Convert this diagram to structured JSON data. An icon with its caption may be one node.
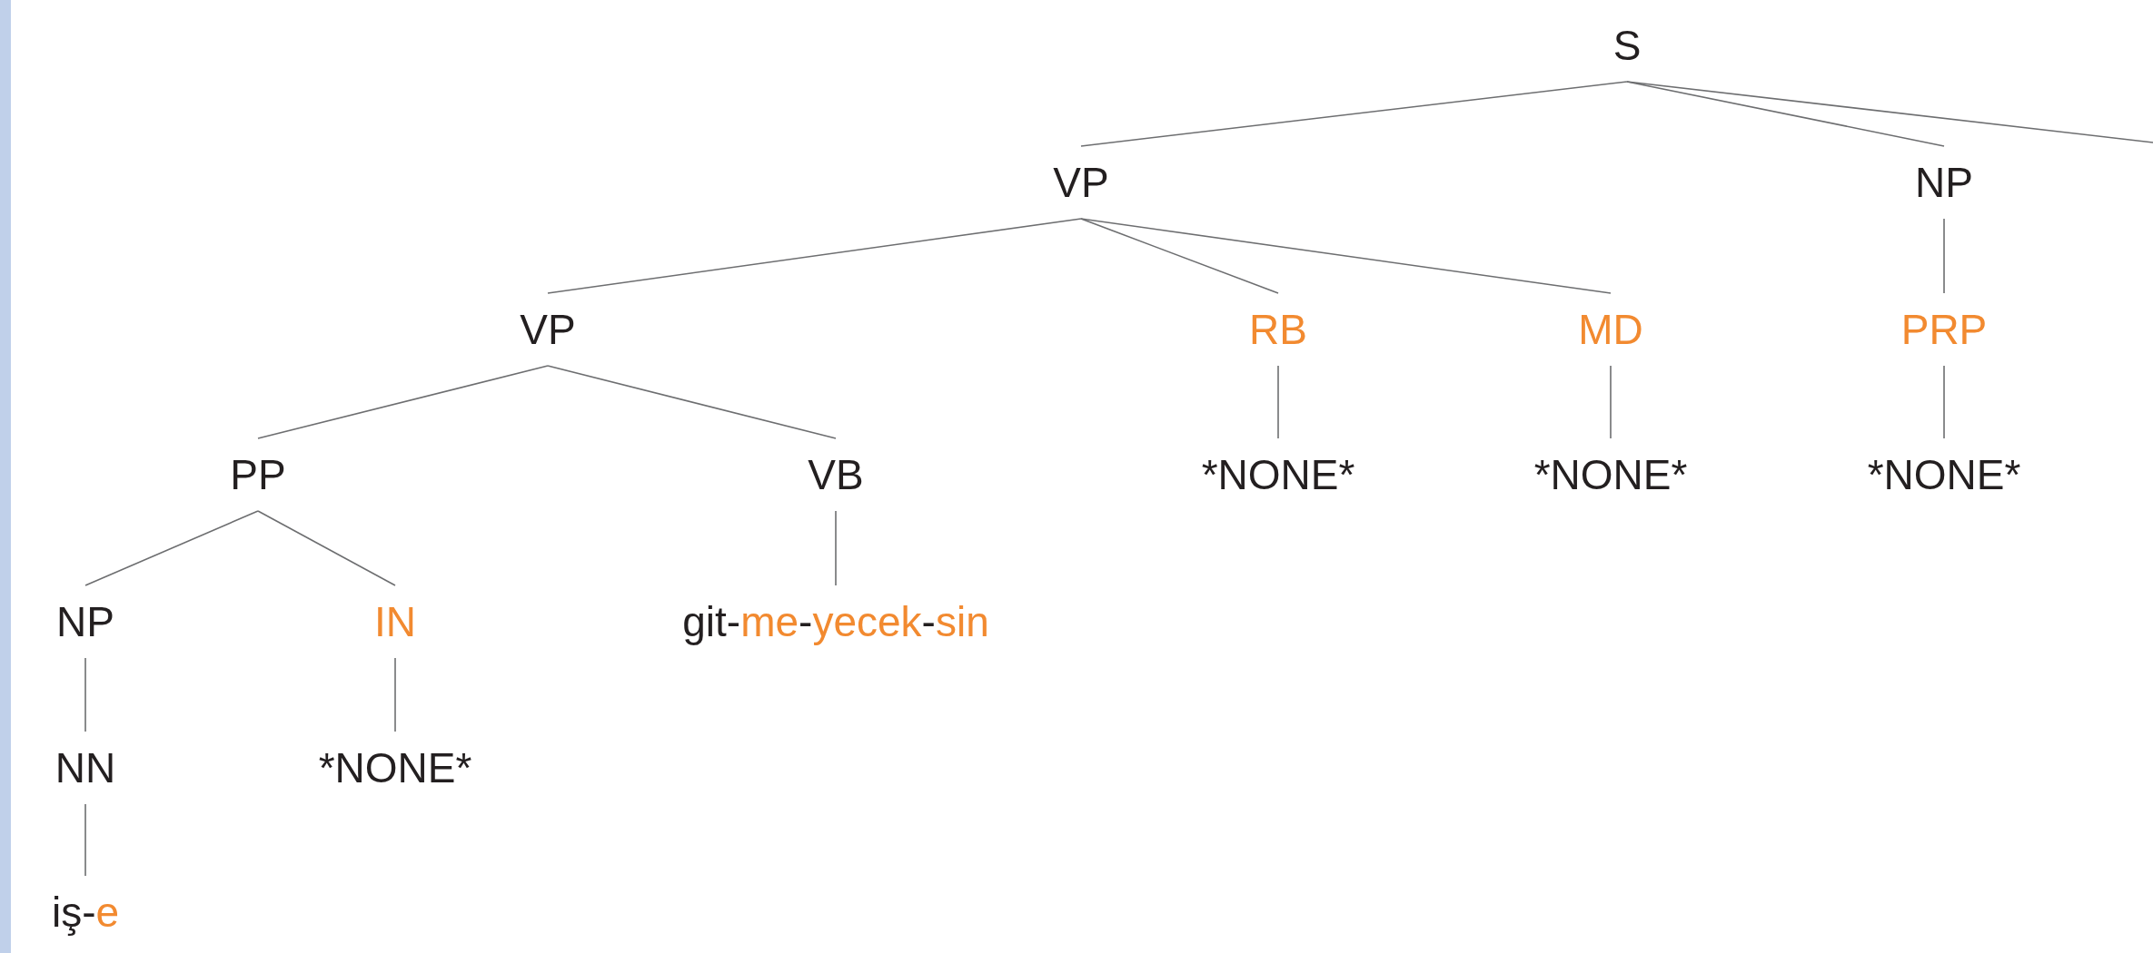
{
  "diagram": {
    "nodes": [
      {
        "text": [
          "S"
        ]
      },
      {
        "text": [
          "VP"
        ]
      },
      {
        "text": [
          "NP"
        ]
      },
      {
        "text": [
          "VP"
        ]
      },
      {
        "text": [
          "RB"
        ]
      },
      {
        "text": [
          "MD"
        ]
      },
      {
        "text": [
          "PRP"
        ]
      },
      {
        "text": [
          "PP"
        ]
      },
      {
        "text": [
          "VB"
        ]
      },
      {
        "text": [
          "*NONE*"
        ]
      },
      {
        "text": [
          "*NONE*"
        ]
      },
      {
        "text": [
          "*NONE*"
        ]
      },
      {
        "text": [
          "NP"
        ]
      },
      {
        "text": [
          "IN"
        ]
      },
      {
        "text": [
          "git-me-yecek-sin"
        ]
      },
      {
        "text": [
          "NN"
        ]
      },
      {
        "text": [
          "*NONE*"
        ]
      },
      {
        "text": [
          "iş-e"
        ]
      }
    ],
    "edges": [
      {
        "from": 0,
        "to": 1,
        "arrow": "none"
      },
      {
        "from": 0,
        "to": 2,
        "arrow": "none"
      },
      {
        "from": 0,
        "to": null,
        "arrow": "none"
      },
      {
        "from": 1,
        "to": 3,
        "arrow": "none"
      },
      {
        "from": 1,
        "to": 4,
        "arrow": "none"
      },
      {
        "from": 1,
        "to": 5,
        "arrow": "none"
      },
      {
        "from": 2,
        "to": 6,
        "arrow": "none"
      },
      {
        "from": 3,
        "to": 7,
        "arrow": "none"
      },
      {
        "from": 3,
        "to": 8,
        "arrow": "none"
      },
      {
        "from": 4,
        "to": 9,
        "arrow": "none"
      },
      {
        "from": 5,
        "to": 10,
        "arrow": "none"
      },
      {
        "from": 6,
        "to": 11,
        "arrow": "none"
      },
      {
        "from": 7,
        "to": 12,
        "arrow": "none"
      },
      {
        "from": 7,
        "to": 13,
        "arrow": "none"
      },
      {
        "from": 8,
        "to": 14,
        "arrow": "none"
      },
      {
        "from": 12,
        "to": 15,
        "arrow": "none"
      },
      {
        "from": 13,
        "to": 16,
        "arrow": "none"
      },
      {
        "from": 15,
        "to": 17,
        "arrow": "none"
      }
    ]
  }
}
